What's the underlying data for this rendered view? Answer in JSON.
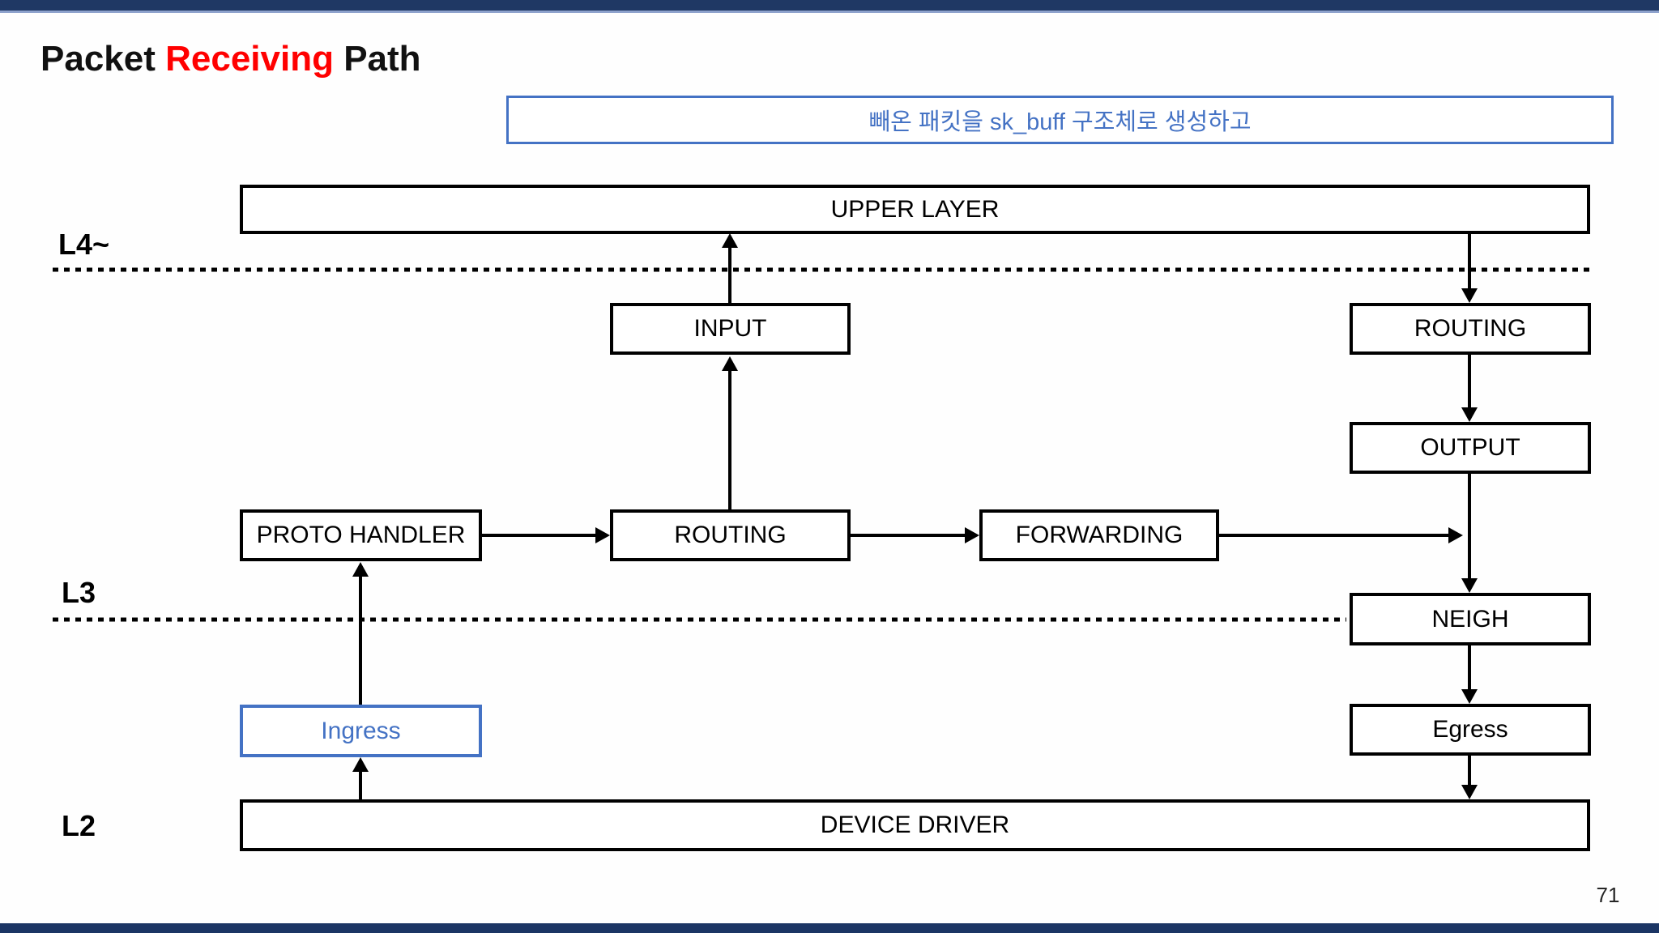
{
  "title": {
    "prefix": "Packet ",
    "highlight": "Receiving",
    "suffix": " Path"
  },
  "callout_text": "빼온 패킷을 sk_buff 구조체로 생성하고",
  "layers": {
    "l4": "L4~",
    "l3": "L3",
    "l2": "L2"
  },
  "boxes": {
    "upper_layer": "UPPER LAYER",
    "input": "INPUT",
    "routing_right": "ROUTING",
    "output": "OUTPUT",
    "proto_handler": "PROTO HANDLER",
    "routing_mid": "ROUTING",
    "forwarding": "FORWARDING",
    "neigh": "NEIGH",
    "ingress": "Ingress",
    "egress": "Egress",
    "device_driver": "DEVICE DRIVER"
  },
  "page_number": "71",
  "colors": {
    "accent_blue": "#4472C4",
    "title_highlight_red": "#FF0000",
    "top_bar_navy": "#1F3864",
    "top_bar_light_line": "#8EA2CC",
    "bottom_bar_navy": "#1B3564",
    "diagram_line_black": "#000000"
  }
}
